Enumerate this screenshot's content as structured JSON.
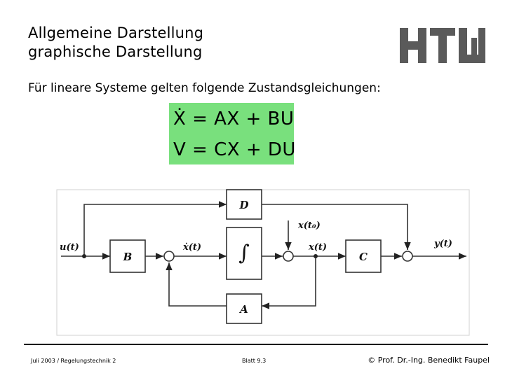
{
  "header": {
    "title_line1": "Allgemeine Darstellung",
    "title_line2": "graphische Darstellung",
    "logo_text": "HTW"
  },
  "intro_text": "Für lineare Systeme gelten folgende Zustandsgleichungen:",
  "equations": {
    "eq1": "Ẋ = AX + BU",
    "eq2": "V = CX + DU",
    "highlight_color": "#79e07d"
  },
  "block_diagram": {
    "blocks": {
      "B": "B",
      "integrator": "∫",
      "C": "C",
      "D": "D",
      "A": "A"
    },
    "signals": {
      "input": "u(t)",
      "derivative": "ẋ(t)",
      "state": "x(t)",
      "initial": "x(t₀)",
      "output": "y(t)"
    }
  },
  "footer": {
    "left": "Juli 2003 / Regelungstechnik 2",
    "middle": "Blatt 9.3",
    "right": "© Prof. Dr.-Ing. Benedikt Faupel"
  }
}
